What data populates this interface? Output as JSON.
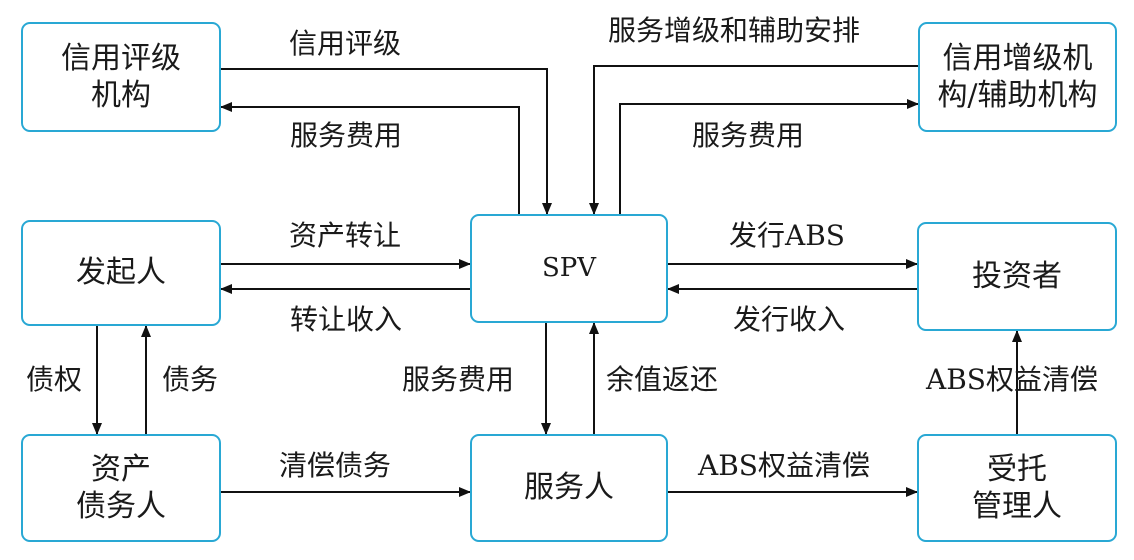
{
  "nodes": {
    "rating_agency": [
      "信用评级",
      "机构"
    ],
    "credit_enhancer": [
      "信用增级机",
      "构/辅助机构"
    ],
    "originator": [
      "发起人"
    ],
    "spv": [
      "SPV"
    ],
    "investor": [
      "投资者"
    ],
    "asset_debtor": [
      "资产",
      "债务人"
    ],
    "servicer": [
      "服务人"
    ],
    "trustee": [
      "受托",
      "管理人"
    ]
  },
  "labels": {
    "rating": "信用评级",
    "rating_fee": "服务费用",
    "enhancement": "服务增级和辅助安排",
    "enhancement_fee": "服务费用",
    "asset_transfer": "资产转让",
    "transfer_income": "转让收入",
    "issue_abs": "发行ABS",
    "issue_income": "发行收入",
    "claims": "债权",
    "debts": "债务",
    "servicer_fee": "服务费用",
    "residual_return": "余值返还",
    "repay_debts": "清偿债务",
    "abs_repay_servicer": "ABS权益清偿",
    "abs_repay_investor": "ABS权益清偿"
  }
}
